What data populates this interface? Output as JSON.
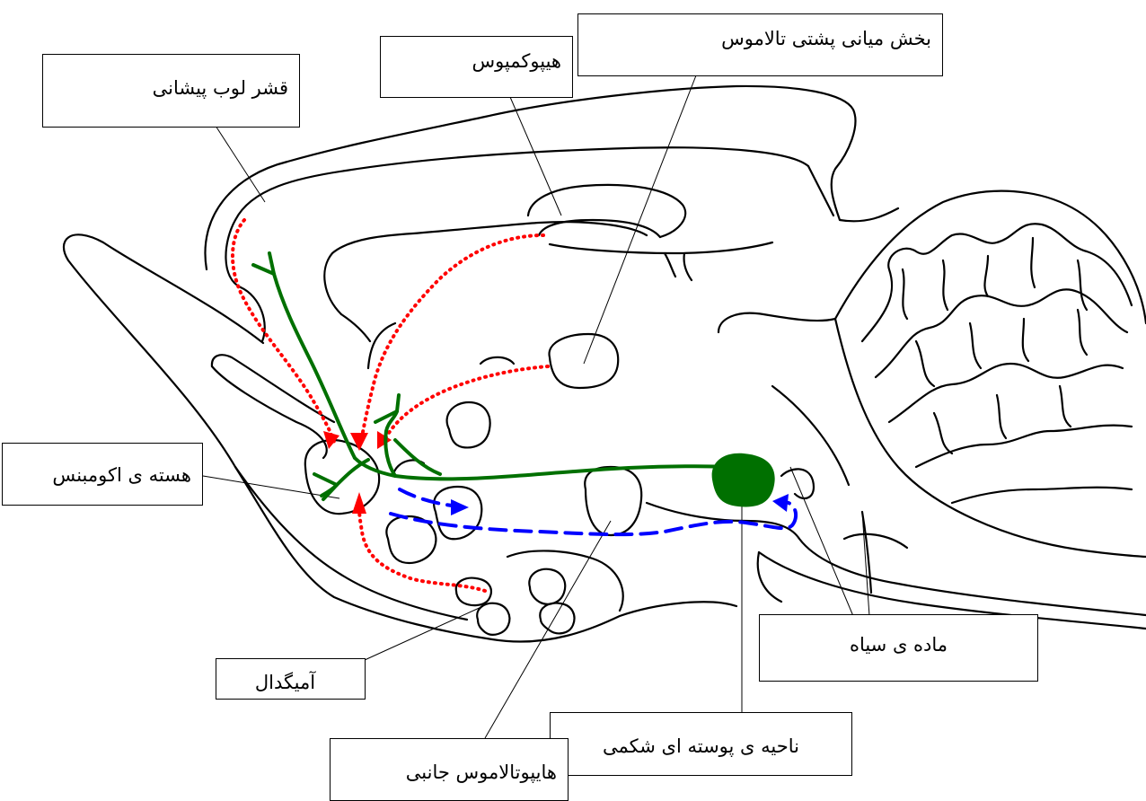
{
  "labels": {
    "frontal_cortex": "قشر لوب پیشانی",
    "hippocampus": "هیپوکمپوس",
    "mediodorsal_thalamus": "بخش میانی پشتی تالاموس",
    "nucleus_accumbens": "هسته ی اکومبنس",
    "amygdala": "آمیگدال",
    "substantia_nigra": "ماده ی سیاه",
    "ventral_tegmental_area": "ناحیه ی پوسته ای شکمی",
    "lateral_hypothalamus": "هایپوتالاموس جانبی"
  },
  "colors": {
    "outline": "#000000",
    "dopamine_pathway": "#007000",
    "glutamate_inputs": "#ff0000",
    "gaba_pathway": "#0000ff"
  }
}
